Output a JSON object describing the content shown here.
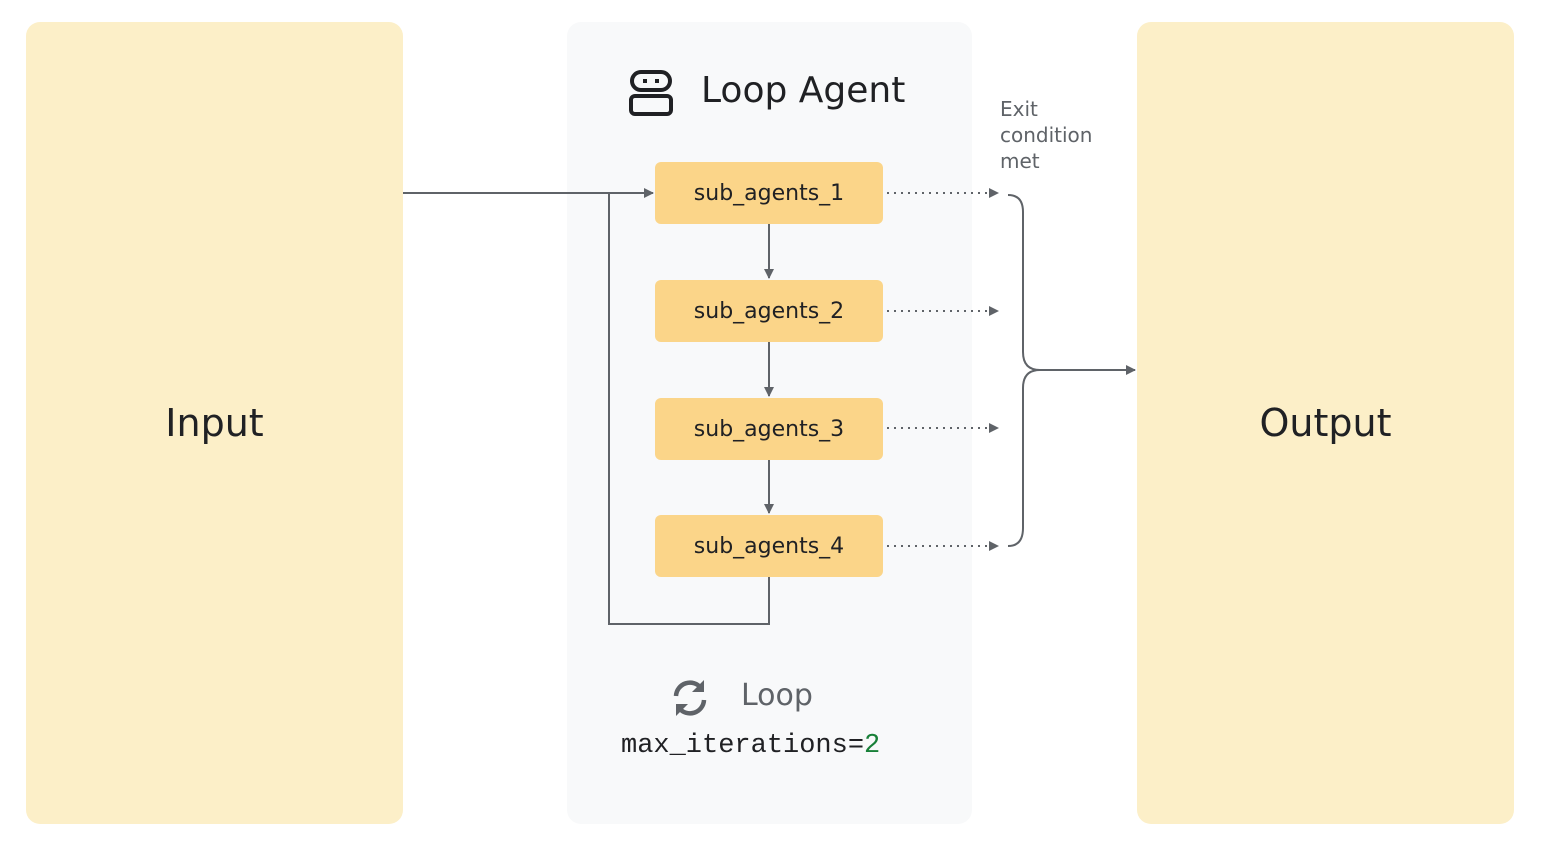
{
  "input": {
    "label": "Input"
  },
  "output": {
    "label": "Output"
  },
  "loop_agent": {
    "title": "Loop Agent",
    "icon": "robot-icon",
    "sub_agents": [
      {
        "label": "sub_agents_1"
      },
      {
        "label": "sub_agents_2"
      },
      {
        "label": "sub_agents_3"
      },
      {
        "label": "sub_agents_4"
      }
    ],
    "loop_label": "Loop",
    "loop_icon": "loop-arrows-icon",
    "max_iterations_key": "max_iterations=",
    "max_iterations_value": "2"
  },
  "exit_condition": {
    "label": "Exit condition met"
  },
  "colors": {
    "io_panel": "#fcefc8",
    "sub_agent": "#fbd589",
    "loop_panel": "#f8f9fa",
    "arrow": "#5f6368",
    "number": "#188038"
  }
}
